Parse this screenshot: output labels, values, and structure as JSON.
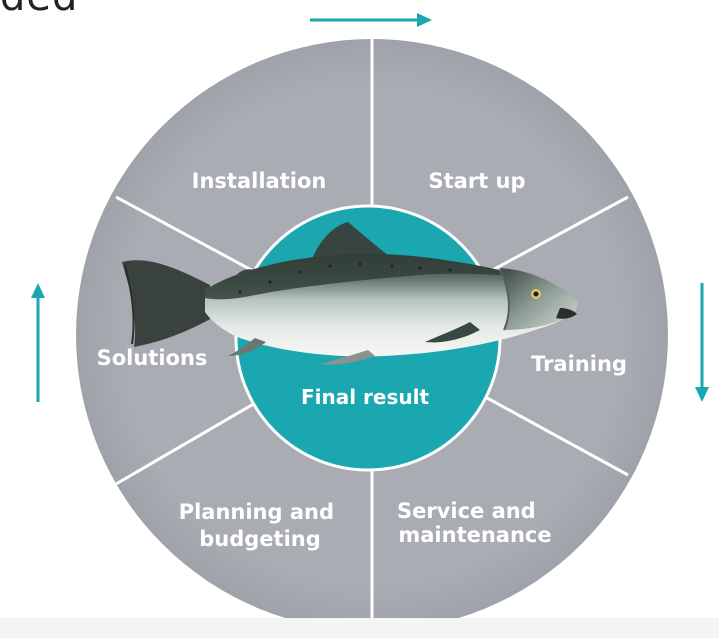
{
  "header_text": "ded",
  "center_label": "Final result",
  "segments": [
    {
      "lines": [
        "Installation"
      ]
    },
    {
      "lines": [
        "Start up"
      ]
    },
    {
      "lines": [
        "Training"
      ]
    },
    {
      "lines": [
        "Service and",
        "maintenance"
      ]
    },
    {
      "lines": [
        "Planning and",
        "budgeting"
      ]
    },
    {
      "lines": [
        "Solutions"
      ]
    }
  ],
  "colors": {
    "wheel": "#a7aab1",
    "center": "#1aa7b0",
    "divider": "#ffffff",
    "arrow": "#1aa7b0"
  },
  "icons": {
    "photo": "salmon-fish"
  },
  "arrows": {
    "top": "right",
    "right": "down",
    "left": "up"
  }
}
